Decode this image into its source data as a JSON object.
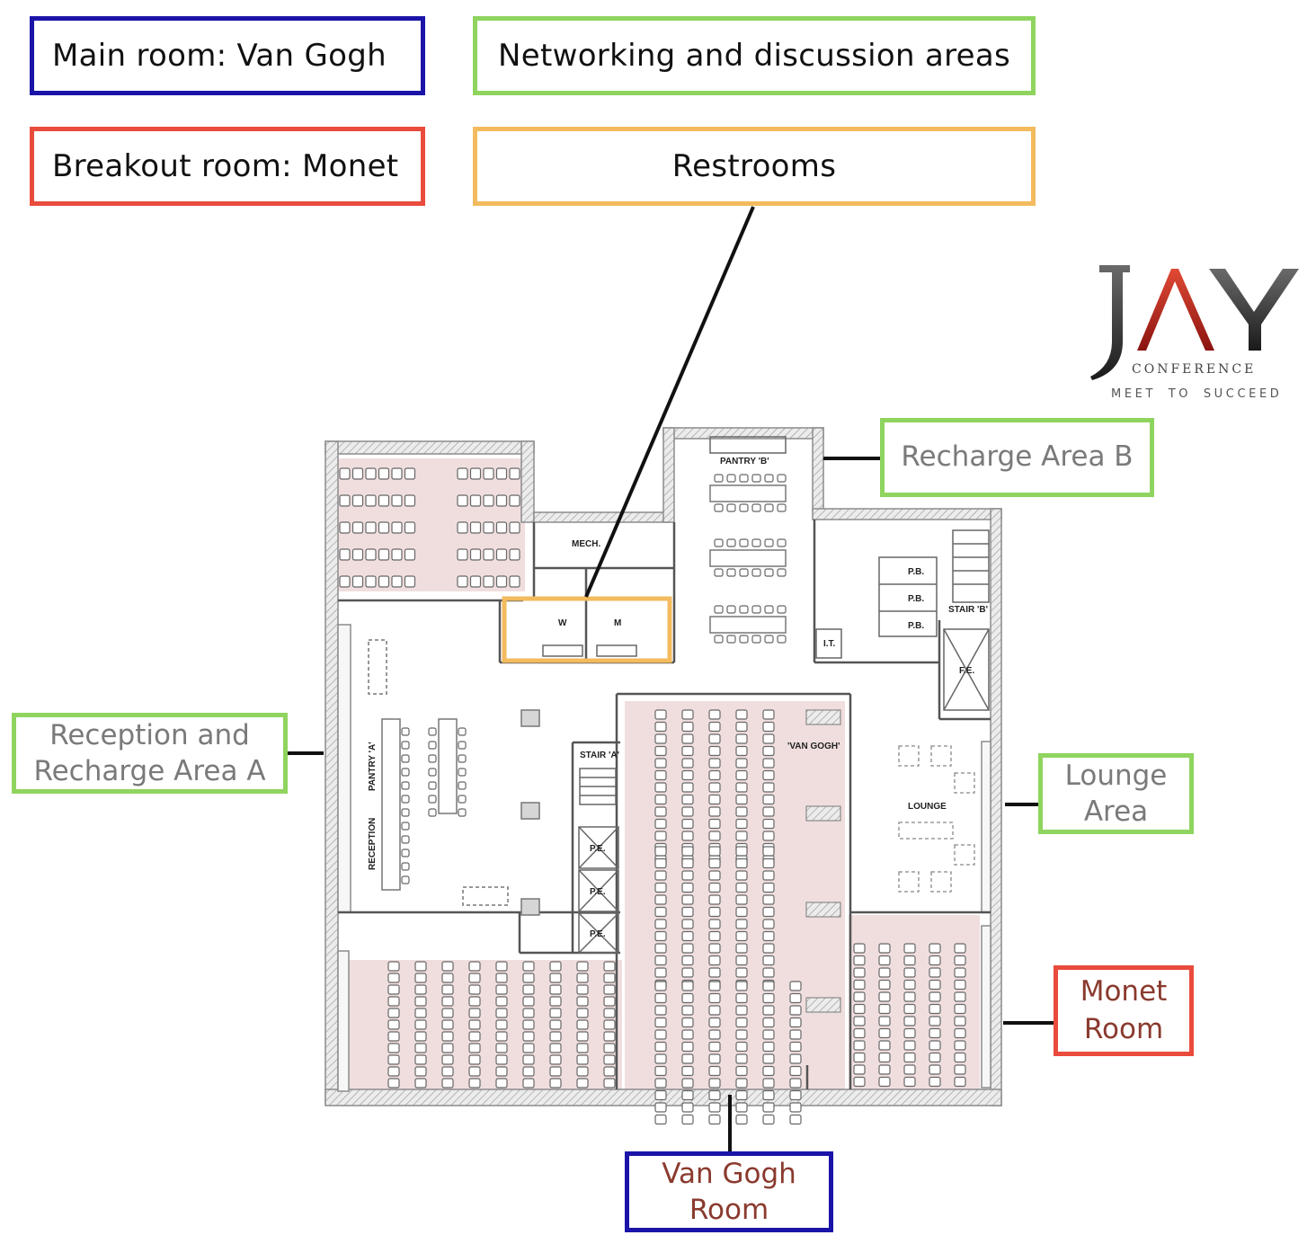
{
  "legend": {
    "main_room": {
      "label": "Main room: Van Gogh",
      "color": "#1b14a8"
    },
    "breakout_room": {
      "label": "Breakout room: Monet",
      "color": "#e94b3c"
    },
    "networking": {
      "label": "Networking and discussion areas",
      "color": "#8fd45e"
    },
    "restrooms": {
      "label": "Restrooms",
      "color": "#f3bb5e"
    }
  },
  "callouts": {
    "recharge_b": "Recharge Area B",
    "reception_a": [
      "Reception and",
      "Recharge Area A"
    ],
    "lounge": [
      "Lounge",
      "Area"
    ],
    "monet": [
      "Monet",
      "Room"
    ],
    "van_gogh": [
      "Van Gogh",
      "Room"
    ]
  },
  "plan_labels": {
    "pantry_b": "PANTRY 'B'",
    "mech": "MECH.",
    "w": "W",
    "m": "M",
    "pb": "P.B.",
    "stair_b": "STAIR 'B'",
    "it": "I.T.",
    "fe": "F.E.",
    "stair_a": "STAIR 'A'",
    "van_gogh": "'VAN GOGH'",
    "lounge": "LOUNGE",
    "pantry_a": "PANTRY 'A'",
    "reception": "RECEPTION",
    "pe": "P.E."
  },
  "logo": {
    "name": "JAY",
    "line1": "CONFERENCE",
    "line2": "MEET TO SUCCEED",
    "accent": "#c0281e"
  },
  "colors": {
    "seating_fill": "#f0dede",
    "wall": "#9a9a9a",
    "connector": "#111111"
  }
}
